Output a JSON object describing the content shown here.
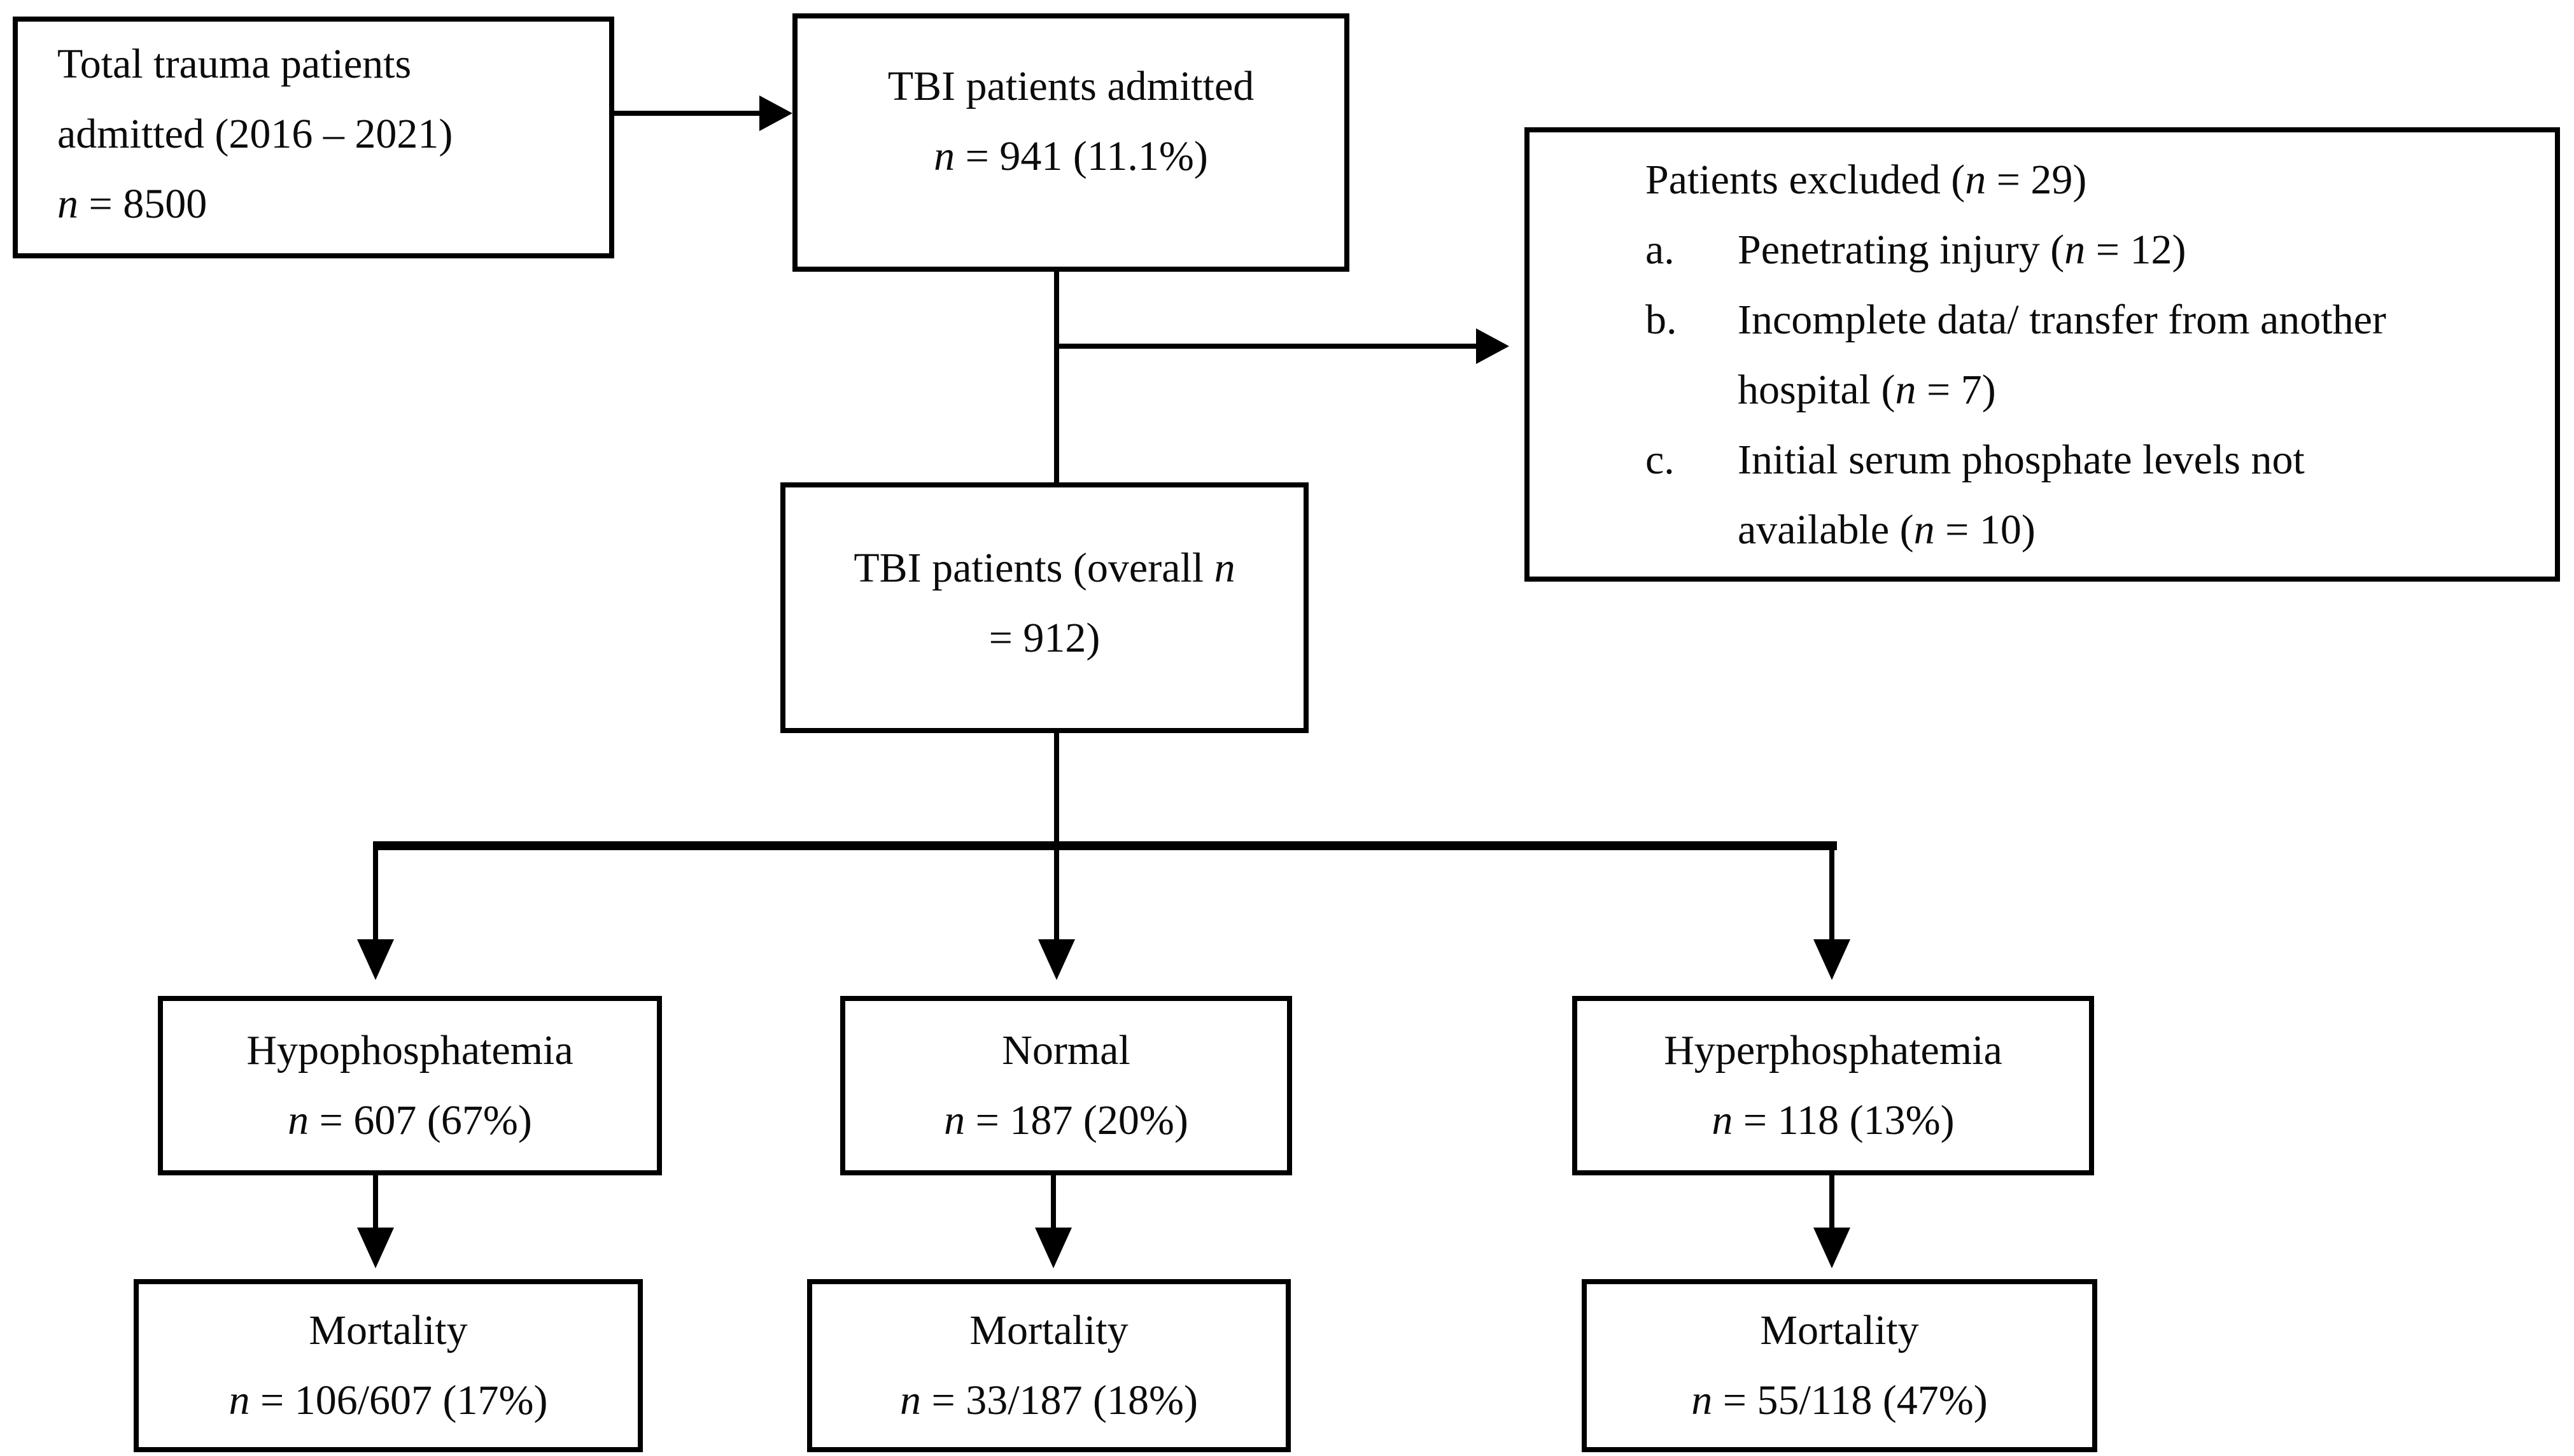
{
  "figure": {
    "type": "patient-flow-diagram",
    "background_color": "#ffffff",
    "line_color": "#000000",
    "text_color": "#0b0b0d"
  },
  "boxes": {
    "total_trauma": {
      "lines": [
        "Total trauma patients",
        "admitted (2016 – 2021)",
        "n = 8500"
      ]
    },
    "tbi_admitted": {
      "lines": [
        "TBI patients admitted",
        "n = 941 (11.1%)"
      ]
    },
    "excluded": {
      "title": "Patients excluded (n = 29)",
      "items": [
        {
          "marker": "a.",
          "lines": [
            "Penetrating injury (n = 12)"
          ]
        },
        {
          "marker": "b.",
          "lines": [
            "Incomplete data/ transfer from another",
            "hospital (n = 7)"
          ]
        },
        {
          "marker": "c.",
          "lines": [
            "Initial serum phosphate levels not",
            "available (n = 10)"
          ]
        }
      ]
    },
    "tbi_overall": {
      "lines": [
        "TBI patients (overall n",
        "= 912)"
      ]
    },
    "hypophosphatemia": {
      "lines": [
        "Hypophosphatemia",
        "n = 607 (67%)"
      ]
    },
    "normal": {
      "lines": [
        "Normal",
        "n = 187 (20%)"
      ]
    },
    "hyperphosphatemia": {
      "lines": [
        "Hyperphosphatemia",
        "n = 118 (13%)"
      ]
    },
    "mortality_hypophosphatemia": {
      "lines": [
        "Mortality",
        "n = 106/607 (17%)"
      ]
    },
    "mortality_normal": {
      "lines": [
        "Mortality",
        "n = 33/187 (18%)"
      ]
    },
    "mortality_hyperphosphatemia": {
      "lines": [
        "Mortality",
        "n = 55/118 (47%)"
      ]
    }
  }
}
